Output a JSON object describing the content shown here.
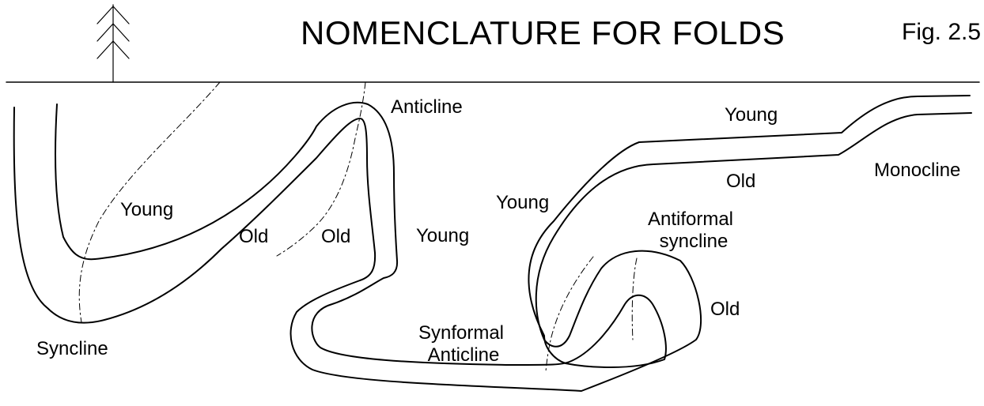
{
  "title": "NOMENCLATURE FOR FOLDS",
  "figure_label": "Fig. 2.5",
  "icons": {
    "tree": "tree-icon"
  },
  "labels": {
    "syncline": "Syncline",
    "young_left": "Young",
    "old_left_1": "Old",
    "old_left_2": "Old",
    "anticline": "Anticline",
    "young_mid": "Young",
    "young_right": "Young",
    "young_top": "Young",
    "old_top": "Old",
    "monocline": "Monocline",
    "antiformal_1": "Antiformal",
    "antiformal_2": "syncline",
    "old_right": "Old",
    "synformal_1": "Synformal",
    "synformal_2": "Anticline"
  }
}
